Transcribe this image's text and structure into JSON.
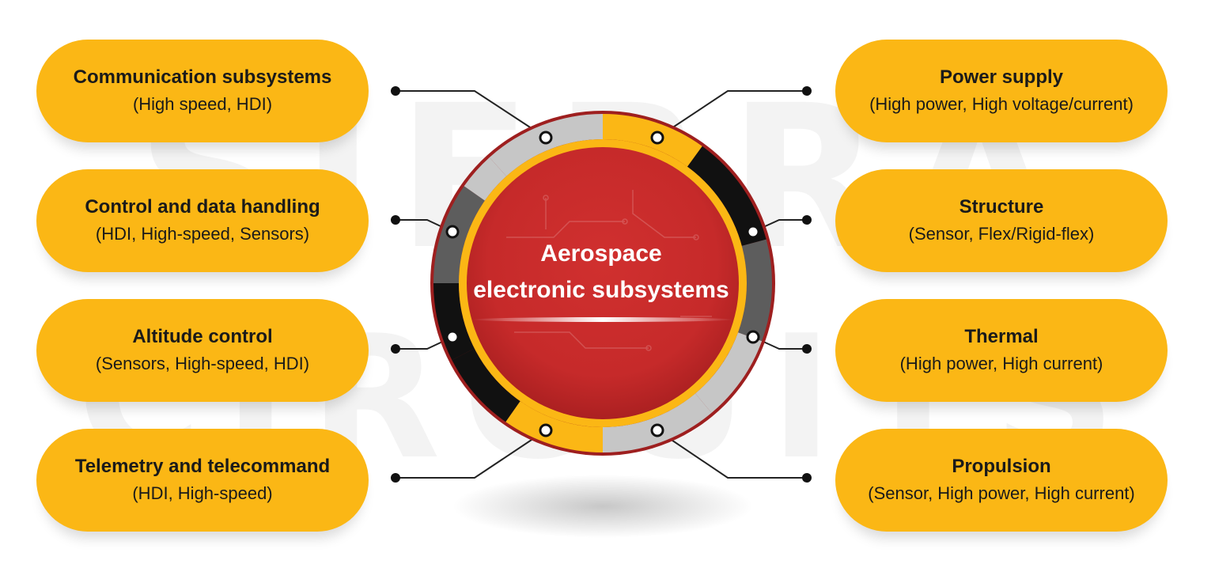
{
  "center": {
    "line1": "Aerospace",
    "line2": "electronic subsystems"
  },
  "watermark": {
    "line1": "SIERRA",
    "line2": "CIRCUITS"
  },
  "left_items": [
    {
      "title": "Communication subsystems",
      "sub": "(High speed, HDI)"
    },
    {
      "title": "Control and data handling",
      "sub": "(HDI, High-speed, Sensors)"
    },
    {
      "title": "Altitude control",
      "sub": "(Sensors, High-speed, HDI)"
    },
    {
      "title": "Telemetry and telecommand",
      "sub": "(HDI, High-speed)"
    }
  ],
  "right_items": [
    {
      "title": "Power supply",
      "sub": "(High power, High voltage/current)"
    },
    {
      "title": "Structure",
      "sub": "(Sensor, Flex/Rigid-flex)"
    },
    {
      "title": "Thermal",
      "sub": "(High power, High current)"
    },
    {
      "title": "Propulsion",
      "sub": "(Sensor, High power, High current)"
    }
  ],
  "colors": {
    "pill": "#fbb715",
    "core_red": "#c62a2a",
    "ring_dark_red": "#9e1f1f",
    "segment_gray": "#c6c6c6",
    "segment_dark": "#5d5d5d",
    "segment_black": "#111111",
    "connector": "#222222"
  }
}
